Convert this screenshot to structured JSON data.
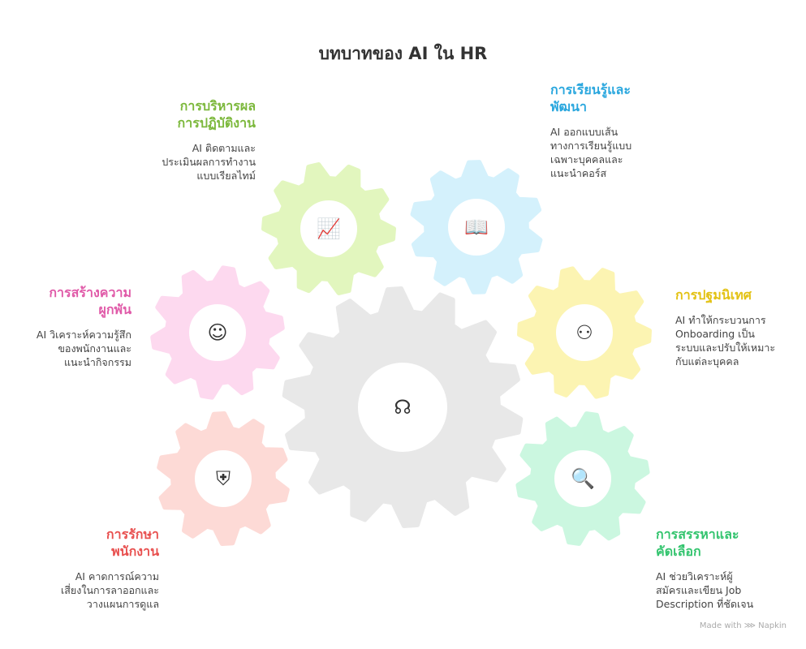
{
  "title": "บทบาทของ AI ใน HR",
  "center": {
    "icon": "ai-head-icon",
    "color": "#e8e8e8"
  },
  "items": [
    {
      "key": "performance",
      "title_lines": [
        "การบริหารผล",
        "การปฏิบัติงาน"
      ],
      "desc_lines": [
        "AI ติดตามและ",
        "ประเมินผลการทำงาน",
        "แบบเรียลไทม์"
      ],
      "accent": "#7cb83c",
      "gear": "#e2f6be",
      "icon": "chart-growth-icon"
    },
    {
      "key": "learning",
      "title_lines": [
        "การเรียนรู้และ",
        "พัฒนา"
      ],
      "desc_lines": [
        "AI ออกแบบเส้น",
        "ทางการเรียนรู้แบบ",
        "เฉพาะบุคคลและ",
        "แนะนำคอร์ส"
      ],
      "accent": "#2aa7de",
      "gear": "#d4f1fc",
      "icon": "book-idea-icon"
    },
    {
      "key": "engagement",
      "title_lines": [
        "การสร้างความ",
        "ผูกพัน"
      ],
      "desc_lines": [
        "AI วิเคราะห์ความรู้สึก",
        "ของพนักงานและ",
        "แนะนำกิจกรรม"
      ],
      "accent": "#e05aa8",
      "gear": "#fdd9ef",
      "icon": "emotion-bubbles-icon"
    },
    {
      "key": "onboarding",
      "title_lines": [
        "การปฐมนิเทศ"
      ],
      "desc_lines": [
        "AI ทำให้กระบวนการ",
        "Onboarding เป็น",
        "ระบบและปรับให้เหมาะ",
        "กับแต่ละบุคคล"
      ],
      "accent": "#e3c214",
      "gear": "#fcf4b2",
      "icon": "onboarding-people-icon"
    },
    {
      "key": "retention",
      "title_lines": [
        "การรักษา",
        "พนักงาน"
      ],
      "desc_lines": [
        "AI คาดการณ์ความ",
        "เสี่ยงในการลาออกและ",
        "วางแผนการดูแล"
      ],
      "accent": "#e8504f",
      "gear": "#fddad6",
      "icon": "plant-shield-icon"
    },
    {
      "key": "recruitment",
      "title_lines": [
        "การสรรหาและ",
        "คัดเลือก"
      ],
      "desc_lines": [
        "AI ช่วยวิเคราะห์ผู้",
        "สมัครและเขียน Job",
        "Description ที่ชัดเจน"
      ],
      "accent": "#33c46e",
      "gear": "#cbf7e0",
      "icon": "resume-search-icon"
    }
  ],
  "watermark": "Made with ⋙ Napkin"
}
